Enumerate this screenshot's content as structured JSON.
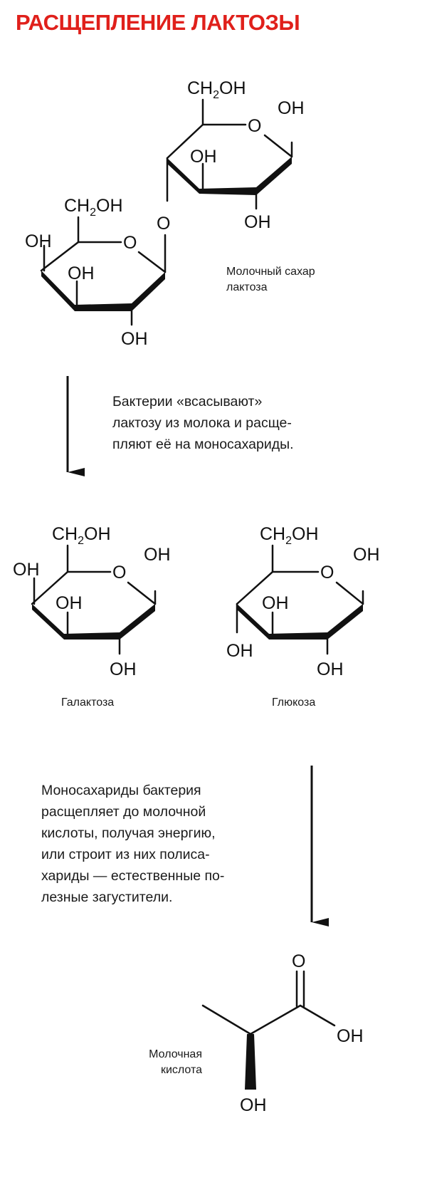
{
  "title": "РАСЩЕПЛЕНИЕ ЛАКТОЗЫ",
  "accent_color": "#e0201b",
  "lactose": {
    "caption_line1": "Молочный сахар",
    "caption_line2": "лактоза",
    "glucose_unit": {
      "ch2oh": "CH",
      "sub": "2",
      "oh_tail": "OH",
      "ring_o": "O",
      "oh_right": "OH",
      "oh_inner": "OH",
      "oh_bottom": "OH"
    },
    "bridge_o": "O",
    "galactose_unit": {
      "ch2oh": "CH",
      "sub": "2",
      "oh_tail": "OH",
      "oh_left": "OH",
      "ring_o": "O",
      "oh_inner": "OH",
      "oh_bottom": "OH"
    }
  },
  "step1": {
    "lines": [
      "Бактерии «всасывают»",
      "лактозу из молока и расще-",
      "пляют её на моносахариды."
    ]
  },
  "galactose": {
    "ch2oh": "CH",
    "sub": "2",
    "oh_tail": "OH",
    "oh_left": "OH",
    "ring_o": "O",
    "oh_right": "OH",
    "oh_inner": "OH",
    "oh_bottom": "OH",
    "label": "Галактоза"
  },
  "glucose": {
    "ch2oh": "CH",
    "sub": "2",
    "oh_tail": "OH",
    "ring_o": "O",
    "oh_right": "OH",
    "oh_inner": "OH",
    "oh_left_low": "OH",
    "oh_bottom": "OH",
    "label": "Глюкоза"
  },
  "step2": {
    "lines": [
      "Моносахариды бактерия",
      "расщепляет до молочной",
      "кислоты, получая энергию,",
      "или строит из них полиса-",
      "хариды — естественные по-",
      "лезные загустители."
    ]
  },
  "lactic_acid": {
    "o_top": "O",
    "oh_right": "OH",
    "oh_bottom": "OH",
    "label_line1": "Молочная",
    "label_line2": "кислота"
  }
}
